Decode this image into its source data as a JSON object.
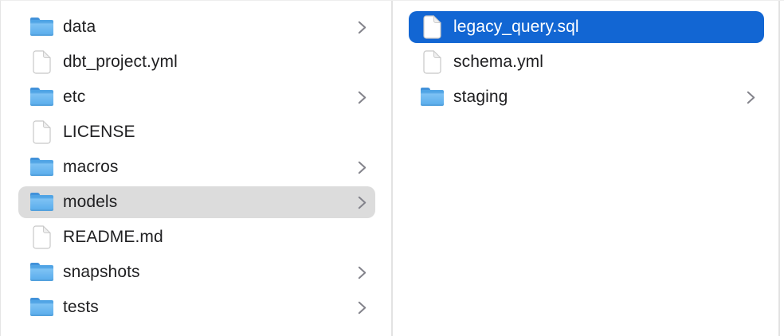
{
  "colors": {
    "selection_blue": "#1266d3",
    "selection_gray": "#dcdcdc",
    "text": "#1f1f21",
    "selected_text": "#ffffff",
    "chevron_gray": "#82828a",
    "divider": "#e3e3e3",
    "folder_tab": "#4292da",
    "folder_top": "#50a4e5",
    "folder_light": "#7dc2f4",
    "folder_dark": "#57abeb",
    "doc_fill": "#ffffff",
    "doc_border": "#c7c7c7",
    "doc_fold": "#efefef"
  },
  "icons": {
    "folder": "folder-icon",
    "file": "document-icon",
    "chevron": "chevron-right-icon"
  },
  "columns": [
    {
      "name": "parent",
      "items": [
        {
          "label": "data",
          "type": "folder",
          "chevron": true,
          "selected": false
        },
        {
          "label": "dbt_project.yml",
          "type": "file",
          "chevron": false,
          "selected": false
        },
        {
          "label": "etc",
          "type": "folder",
          "chevron": true,
          "selected": false
        },
        {
          "label": "LICENSE",
          "type": "file",
          "chevron": false,
          "selected": false
        },
        {
          "label": "macros",
          "type": "folder",
          "chevron": true,
          "selected": false
        },
        {
          "label": "models",
          "type": "folder",
          "chevron": true,
          "selected": true,
          "selection_style": "inactive"
        },
        {
          "label": "README.md",
          "type": "file",
          "chevron": false,
          "selected": false
        },
        {
          "label": "snapshots",
          "type": "folder",
          "chevron": true,
          "selected": false
        },
        {
          "label": "tests",
          "type": "folder",
          "chevron": true,
          "selected": false
        }
      ]
    },
    {
      "name": "current",
      "items": [
        {
          "label": "legacy_query.sql",
          "type": "file",
          "chevron": false,
          "selected": true,
          "selection_style": "active"
        },
        {
          "label": "schema.yml",
          "type": "file",
          "chevron": false,
          "selected": false
        },
        {
          "label": "staging",
          "type": "folder",
          "chevron": true,
          "selected": false
        }
      ]
    }
  ]
}
